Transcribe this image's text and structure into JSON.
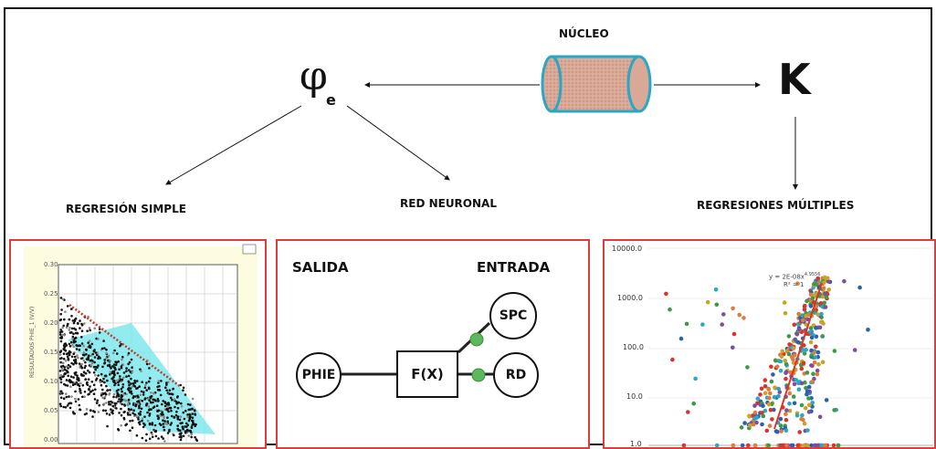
{
  "top": {
    "core_label": "NÚCLEO",
    "phi_symbol": "φ",
    "phi_subscript": "e",
    "k_symbol": "K",
    "branch_simple": "REGRESIÓN SIMPLE",
    "branch_neural": "RED NEURONAL",
    "branch_multiple": "REGRESIONES MÚLTIPLES"
  },
  "neural_panel": {
    "output_heading": "SALIDA",
    "input_heading": "ENTRADA",
    "output_node": "PHIE",
    "function_node": "F(X)",
    "input_nodes": [
      "SPC",
      "RD"
    ]
  },
  "left_plot": {
    "ylabel": "RESULTADOS PHIE_1 (V/V)",
    "y_ticks": [
      "0.30",
      "0.25",
      "0.20",
      "0.15",
      "0.10",
      "0.05",
      "0.00"
    ]
  },
  "right_plot": {
    "y_ticks": [
      "10000.0",
      "1000.0",
      "100.0",
      "10.0",
      "1.0"
    ],
    "equation": "y = 2E-08x",
    "exponent": "4.9556",
    "r_squared": "R² = 1"
  },
  "colors": {
    "panel_border": "#e23b3b",
    "core_cylinder": "#d9a896",
    "core_outline": "#2aa7c4",
    "input_dot": "#5cb85c",
    "plot_background": "#fdfbe0",
    "fit_band": "#7ee8ec",
    "trend_line": "#c0392b"
  }
}
